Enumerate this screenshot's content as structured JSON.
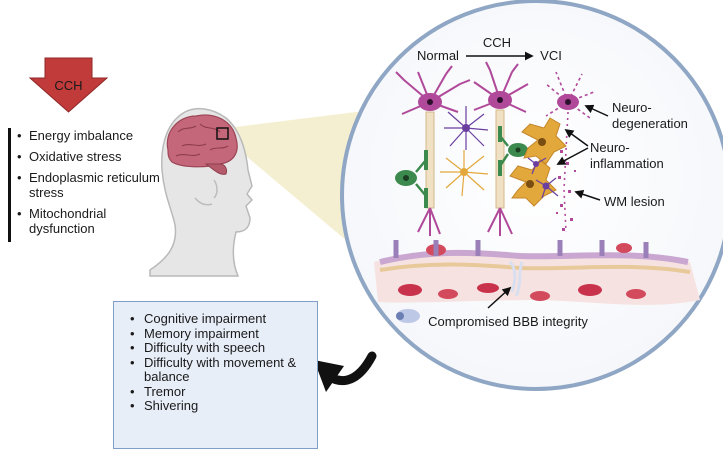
{
  "trigger": {
    "label": "CCH",
    "color": "#c23b3b"
  },
  "mechanisms": [
    "Energy imbalance",
    "Oxidative stress",
    "Endoplasmic reticulum stress",
    "Mitochondrial dysfunction"
  ],
  "transition": {
    "from": "Normal",
    "via": "CCH",
    "to": "VCI"
  },
  "pathology_labels": {
    "neurodegeneration": "Neuro-\ndegeneration",
    "neuroinflammation": "Neuro-\ninflammation",
    "wm_lesion": "WM lesion",
    "bbb": "Compromised BBB integrity"
  },
  "symptoms": [
    "Cognitive impairment",
    "Memory impairment",
    "Difficulty with speech",
    "Difficulty with movement & balance",
    "Tremor",
    "Shivering"
  ],
  "colors": {
    "neuron": "#b0499a",
    "astrocyte": "#e3a83c",
    "microglia": "#6a3fa0",
    "oligodendrocyte": "#3c8a4e",
    "circle_border": "#8fa7c4",
    "brain": "#c4677a"
  }
}
